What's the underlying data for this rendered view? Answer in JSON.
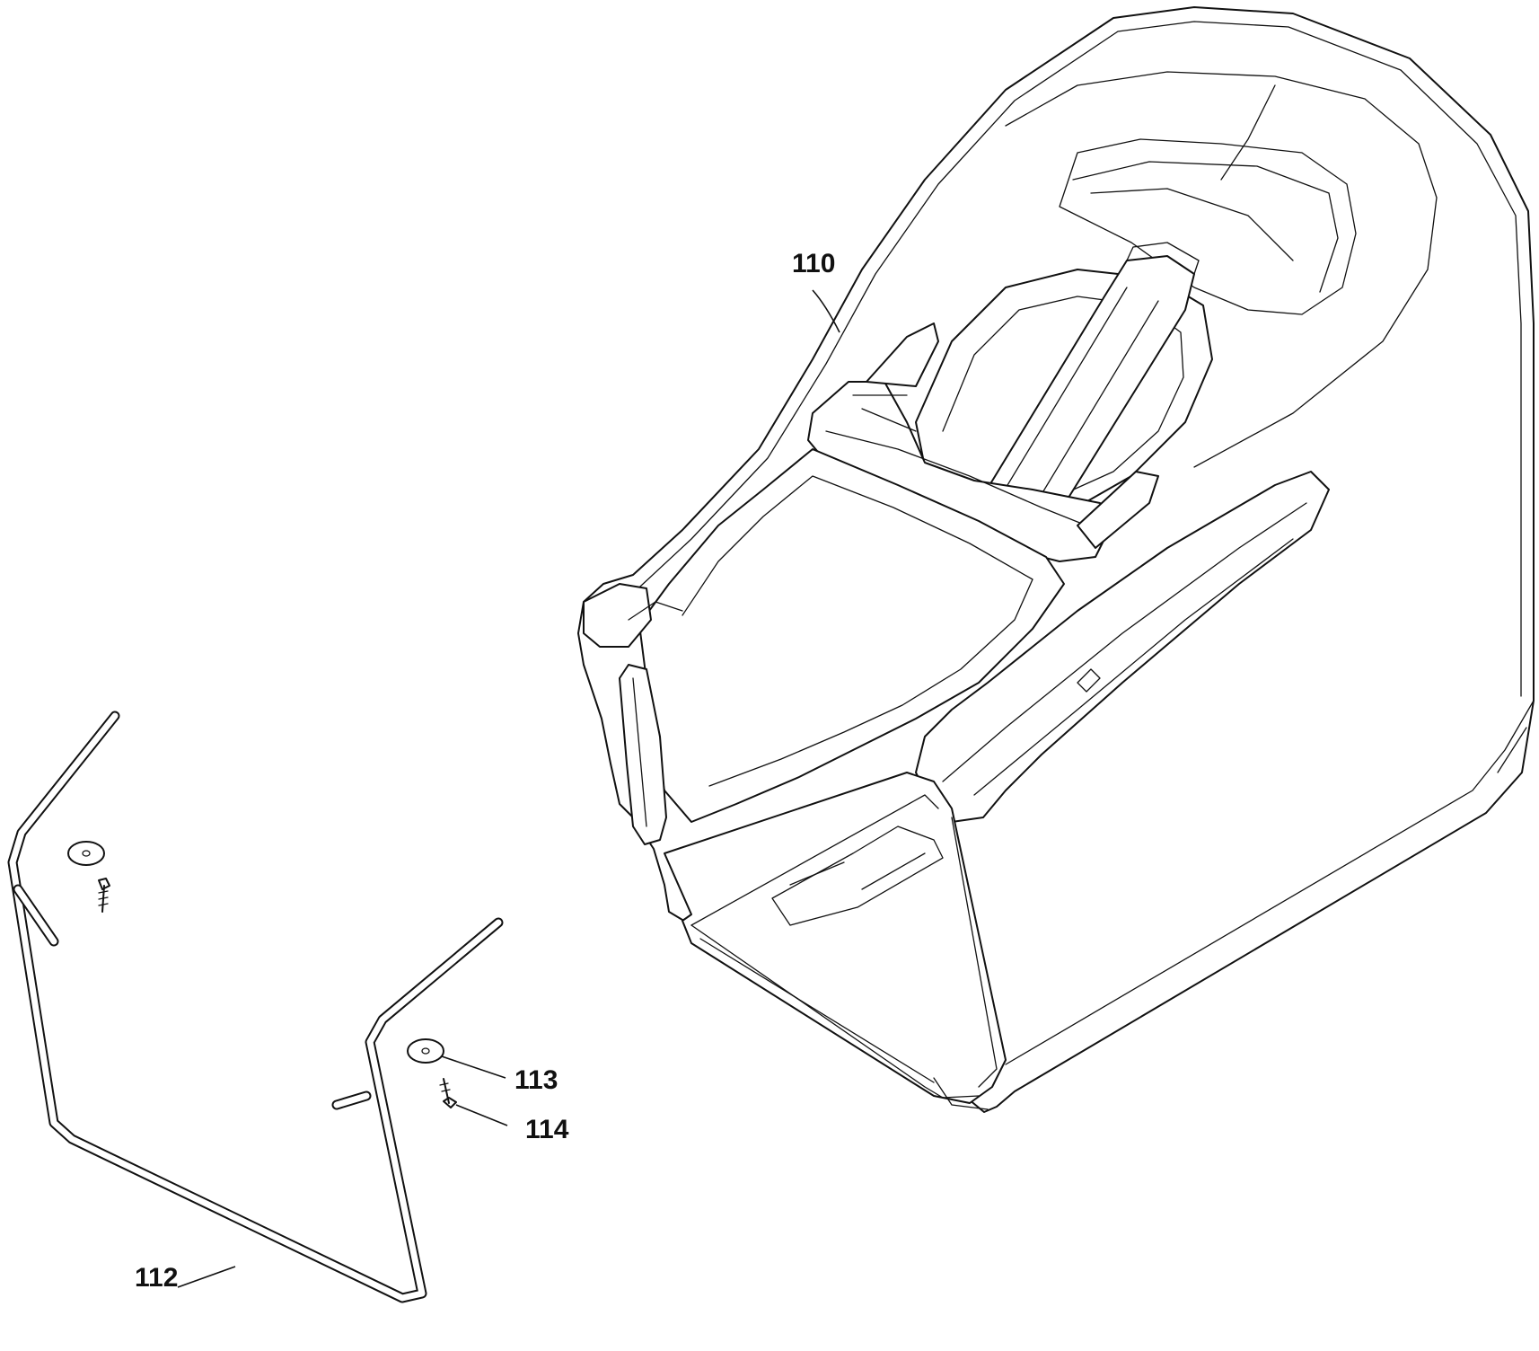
{
  "callouts": {
    "c110": "110",
    "c112": "112",
    "c113": "113",
    "c114": "114"
  }
}
